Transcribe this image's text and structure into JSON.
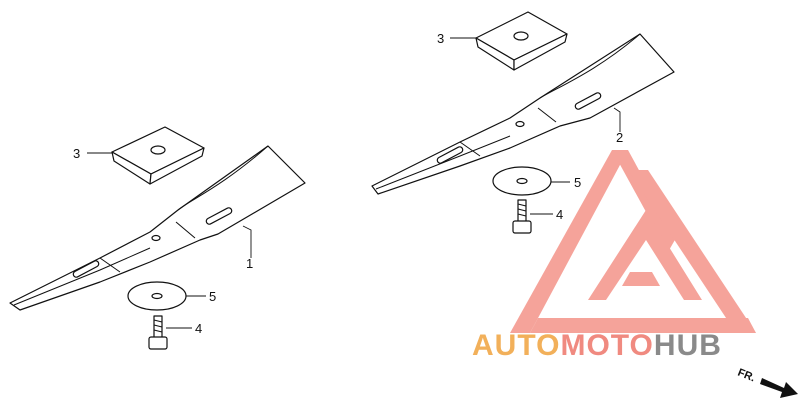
{
  "callouts": {
    "left_washer_plate": "3",
    "left_blade": "1",
    "left_disc": "5",
    "left_bolt": "4",
    "right_washer_plate": "3",
    "right_blade": "2",
    "right_disc": "5",
    "right_bolt": "4"
  },
  "watermark": {
    "segments": [
      {
        "text": "AUTO",
        "color": "#f2b05a"
      },
      {
        "text": "MOTO",
        "color": "#f08a80"
      },
      {
        "text": "HUB",
        "color": "#8a8a8a"
      }
    ],
    "logo_color": "#f49a90"
  },
  "direction_marker": {
    "label": "FR."
  }
}
